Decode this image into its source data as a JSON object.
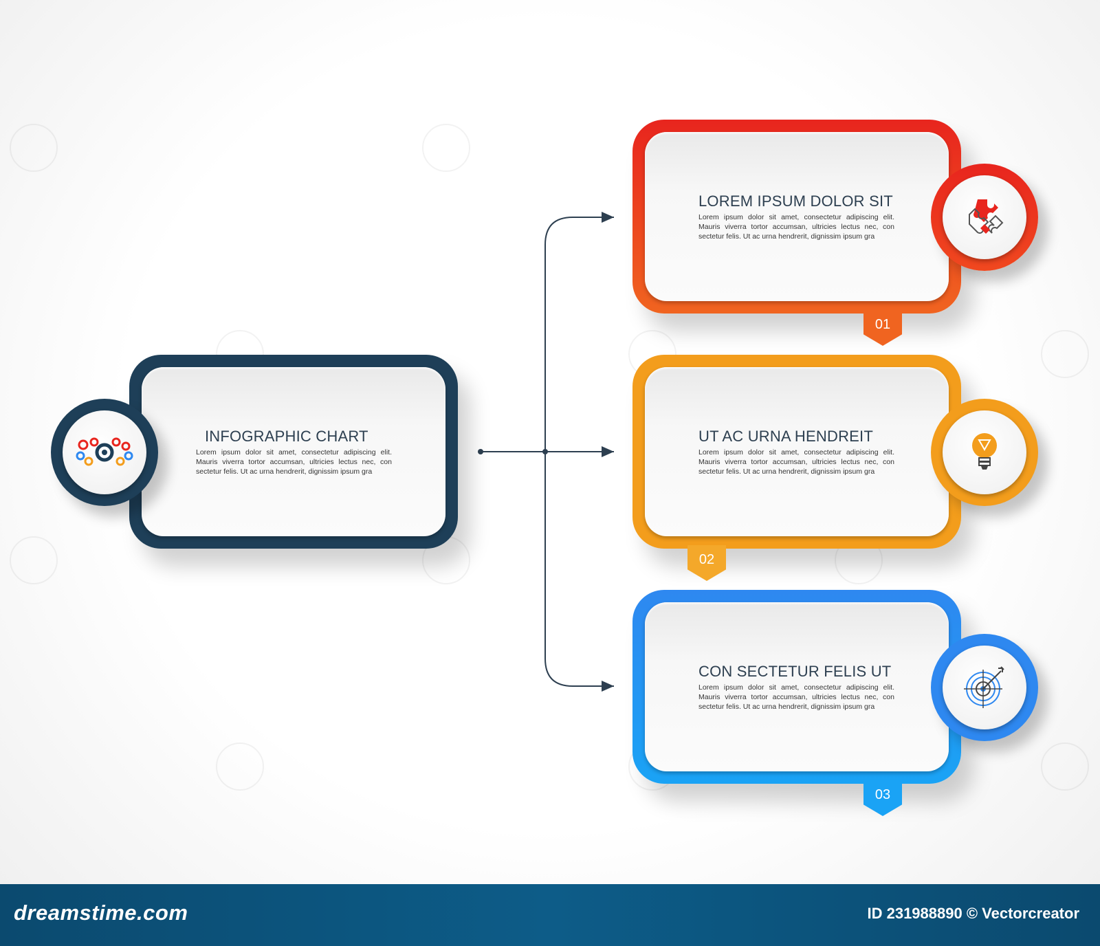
{
  "main": {
    "title": "INFOGRAPHIC CHART",
    "body": "Lorem ipsum dolor sit amet, consectetur adipiscing elit. Mauris viverra tortor accumsan, ultricies lectus nec, con sectetur felis. Ut ac urna hendrerit, dignissim ipsum gra",
    "icon": "gears-icon",
    "color": "#1e3f58"
  },
  "branches": [
    {
      "number": "01",
      "title": "LOREM IPSUM DOLOR SIT",
      "body": "Lorem ipsum dolor sit amet, consectetur adipiscing elit. Mauris viverra tortor accumsan, ultricies lectus nec, con sectetur felis. Ut ac urna hendrerit, dignissim ipsum gra",
      "icon": "puzzle-icon",
      "color": "#e8251e",
      "color_end": "#f06420"
    },
    {
      "number": "02",
      "title": "UT AC URNA HENDREIT",
      "body": "Lorem ipsum dolor sit amet, consectetur adipiscing elit. Mauris viverra tortor accumsan, ultricies lectus nec, con sectetur felis. Ut ac urna hendrerit, dignissim ipsum gra",
      "icon": "lightbulb-icon",
      "color": "#f39d1c",
      "color_end": "#f4a82a"
    },
    {
      "number": "03",
      "title": "CON SECTETUR FELIS UT",
      "body": "Lorem ipsum dolor sit amet, consectetur adipiscing elit. Mauris viverra tortor accumsan, ultricies lectus nec, con sectetur felis. Ut ac urna hendrerit, dignissim ipsum gra",
      "icon": "target-icon",
      "color": "#2e88f0",
      "color_end": "#1aa3f5"
    }
  ],
  "footer": {
    "brand": "dreamstime.com",
    "id_text": "ID 231988890 © Vectorcreator"
  }
}
